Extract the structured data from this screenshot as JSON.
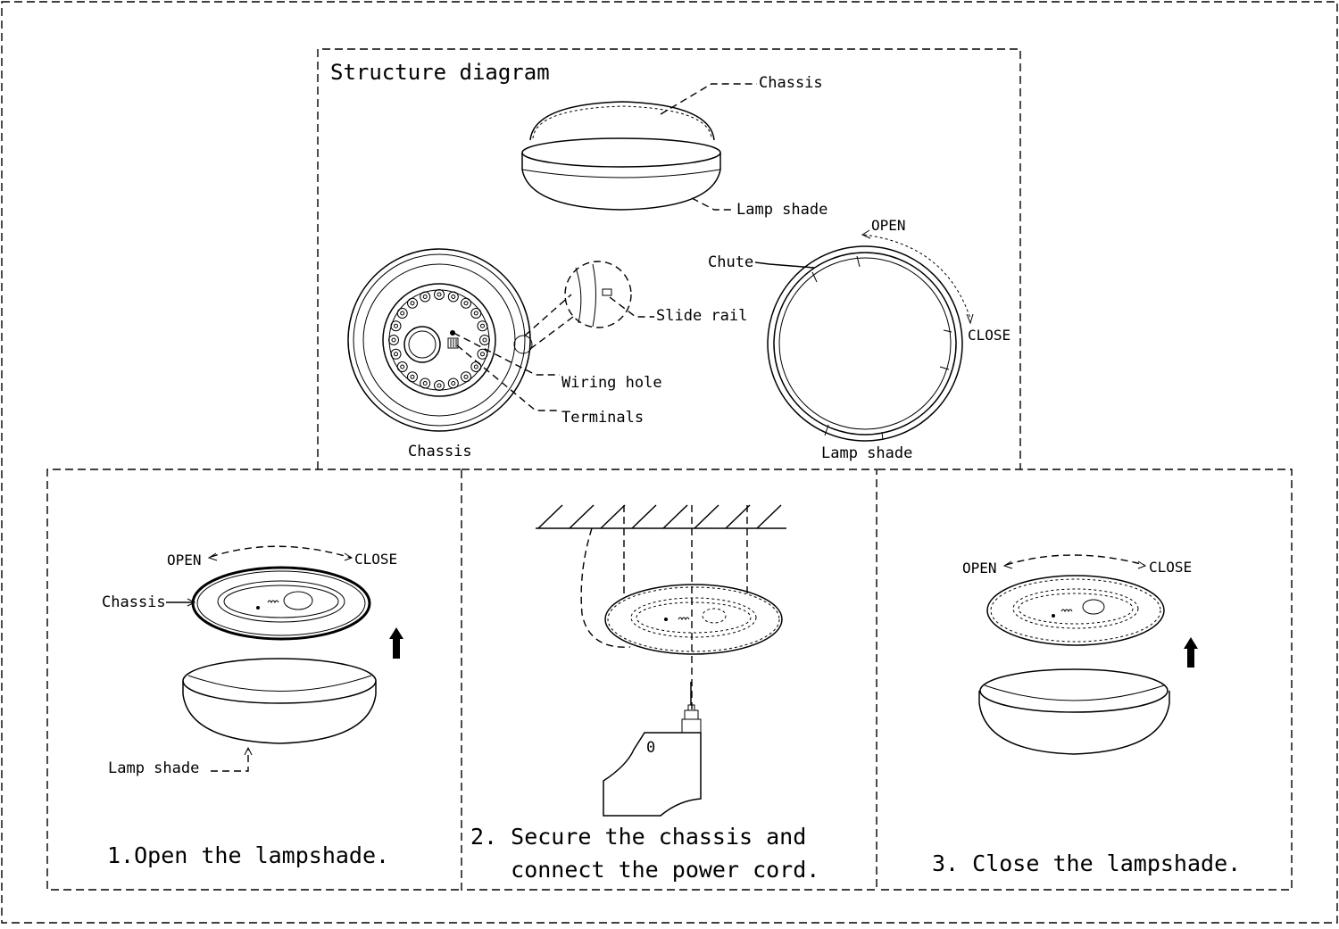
{
  "structure": {
    "title": "Structure diagram",
    "labels": {
      "chassis_top": "Chassis",
      "lamp_shade_top": "Lamp shade",
      "open": "OPEN",
      "close": "CLOSE",
      "chute": "Chute",
      "slide_rail": "Slide rail",
      "wiring_hole": "Wiring hole",
      "terminals": "Terminals",
      "chassis_caption": "Chassis",
      "lamp_shade_caption": "Lamp shade"
    }
  },
  "step1": {
    "open": "OPEN",
    "close": "CLOSE",
    "chassis": "Chassis",
    "lamp_shade": "Lamp shade",
    "caption": "1.Open the lampshade."
  },
  "step2": {
    "caption_line1": "2. Secure the chassis and",
    "caption_line2": "   connect the power cord.",
    "tool_mark": "0"
  },
  "step3": {
    "open": "OPEN",
    "close": "CLOSE",
    "caption": "3. Close the lampshade."
  }
}
